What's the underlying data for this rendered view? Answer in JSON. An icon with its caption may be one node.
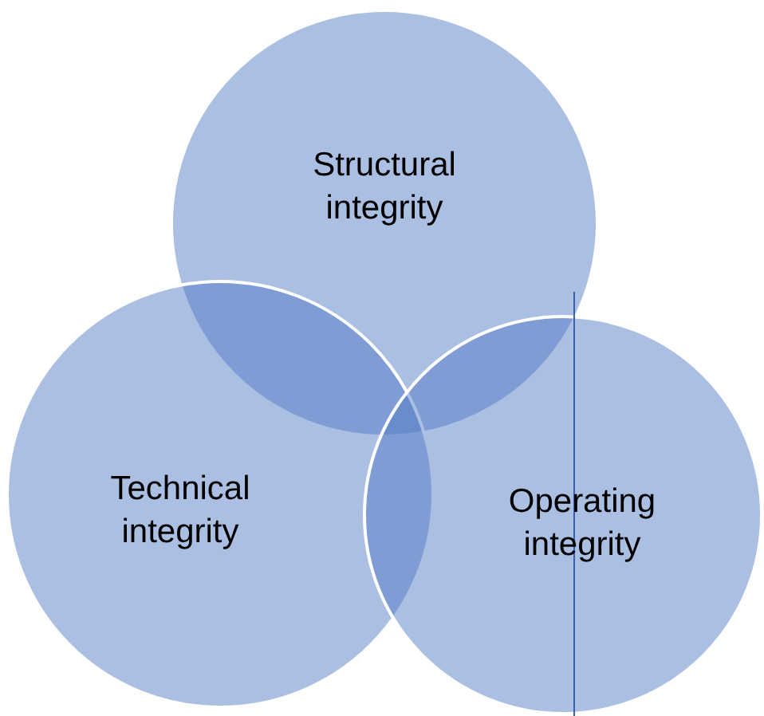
{
  "diagram": {
    "nodes": [
      {
        "text": [
          "Structural integrity"
        ]
      },
      {
        "text": [
          "Technical integrity"
        ]
      },
      {
        "text": [
          "Operating integrity"
        ]
      }
    ],
    "edges": []
  }
}
